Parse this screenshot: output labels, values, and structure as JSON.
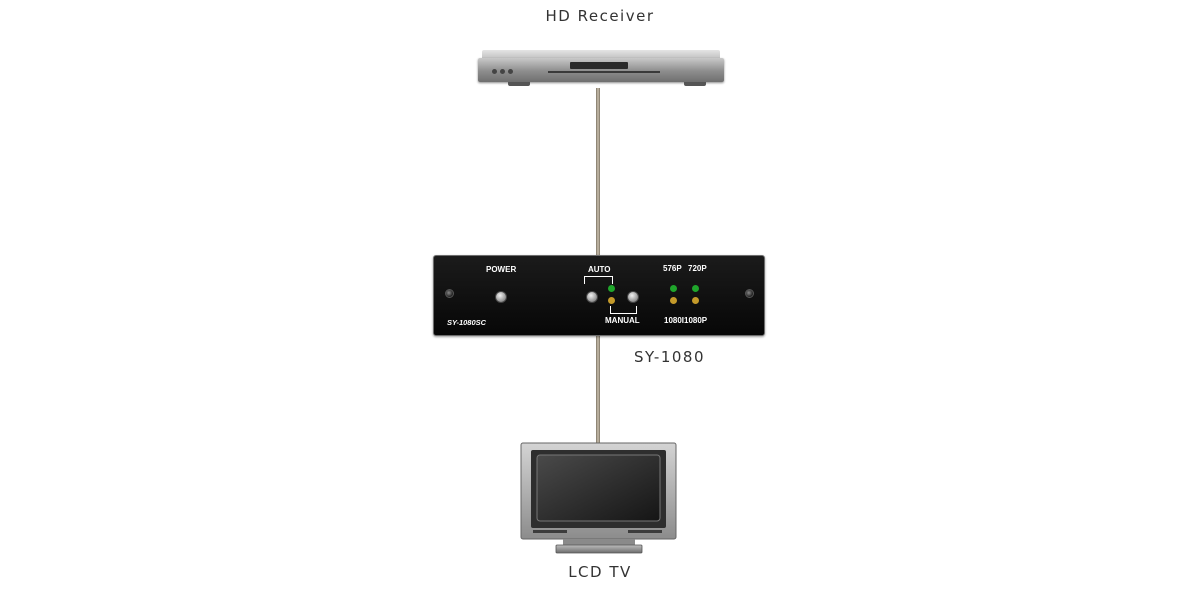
{
  "diagram": {
    "receiver_label": "HD Receiver",
    "device_label": "SY-1080",
    "tv_label": "LCD TV"
  },
  "unit_panel": {
    "power_label": "POWER",
    "model_label": "SY-1080SC",
    "auto_label": "AUTO",
    "manual_label": "MANUAL",
    "res_576p": "576P",
    "res_720p": "720P",
    "res_1080i": "1080I",
    "res_1080p": "1080P"
  },
  "colors": {
    "led_green": "#1fa52b",
    "led_amber": "#c49a2a",
    "cable": "#b7ad9c",
    "unit_body": "#0d0d0d"
  }
}
